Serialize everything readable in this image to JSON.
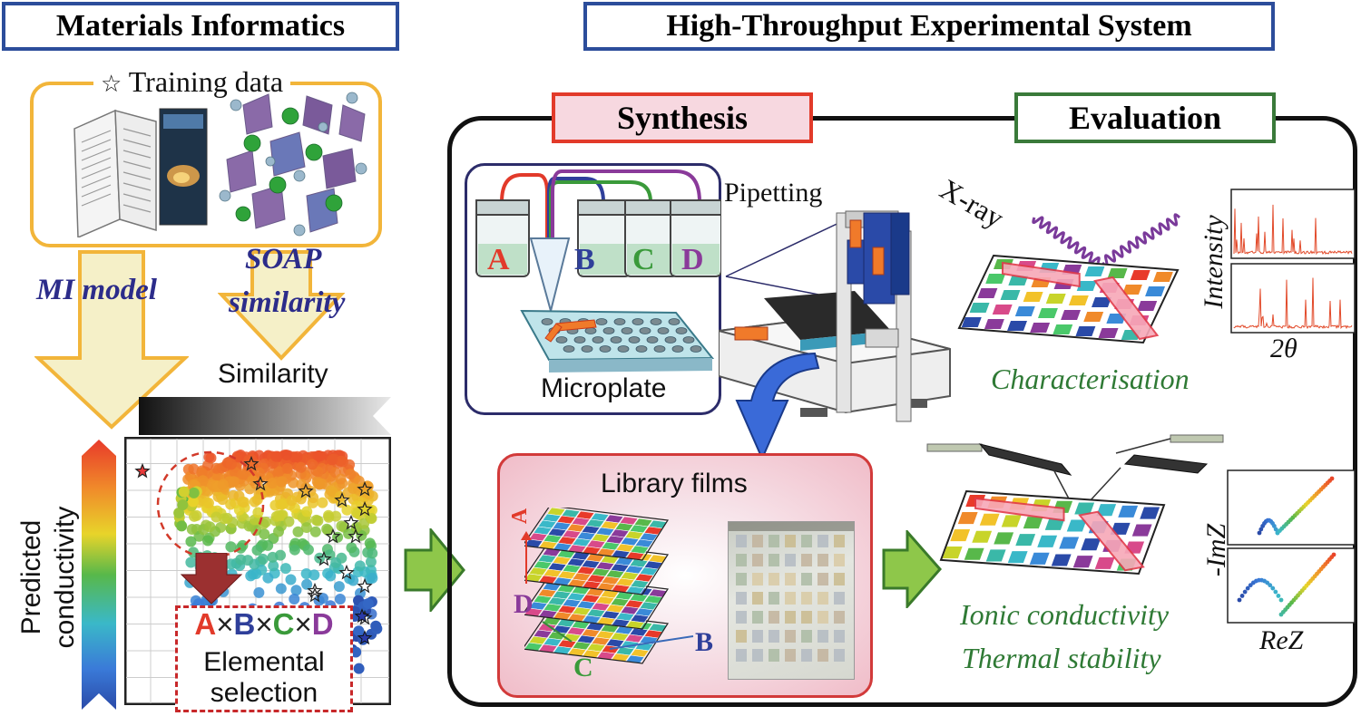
{
  "titles": {
    "mi": "Materials Informatics",
    "hte": "High-Throughput Experimental System"
  },
  "left": {
    "training_star": "☆",
    "training_label": "Training data",
    "mi_model": "MI model",
    "soap_line1": "SOAP",
    "soap_line2": "similarity",
    "similarity": "Similarity",
    "predicted_line1": "Predicted",
    "predicted_line2": "conductivity",
    "selection": {
      "a": "A",
      "b": "B",
      "c": "C",
      "d": "D",
      "times": "×",
      "line1": "Elemental",
      "line2": "selection"
    }
  },
  "synthesis": {
    "title": "Synthesis",
    "pipetting": "Pipetting",
    "microplate": "Microplate",
    "vials": [
      "A",
      "B",
      "C",
      "D"
    ],
    "library_films": "Library films",
    "film_labels": {
      "a": "A",
      "b": "B",
      "c": "C",
      "d": "D"
    }
  },
  "evaluation": {
    "title": "Evaluation",
    "xray": "X-ray",
    "intensity": "Intensity",
    "two_theta": "2θ",
    "characterisation": "Characterisation",
    "imz": "-ImZ",
    "rez": "ReZ",
    "ionic": "Ionic conductivity",
    "thermal": "Thermal stability"
  },
  "colors": {
    "title_border": "#2c4d9b",
    "yellow": "#f2b53a",
    "arrow_fill": "#f5f0c8",
    "green": "#4f9a3a",
    "green_text": "#2f7a35",
    "red": "#e23a2a",
    "blue": "#2f3f9a",
    "purple": "#8a3a9a",
    "navy_text": "#2c2c8a"
  },
  "icons": [
    "star-icon",
    "book-icon",
    "crystal-structure-icon",
    "pipette-icon",
    "robot-arm-icon",
    "xray-wave-icon",
    "probe-icon"
  ]
}
